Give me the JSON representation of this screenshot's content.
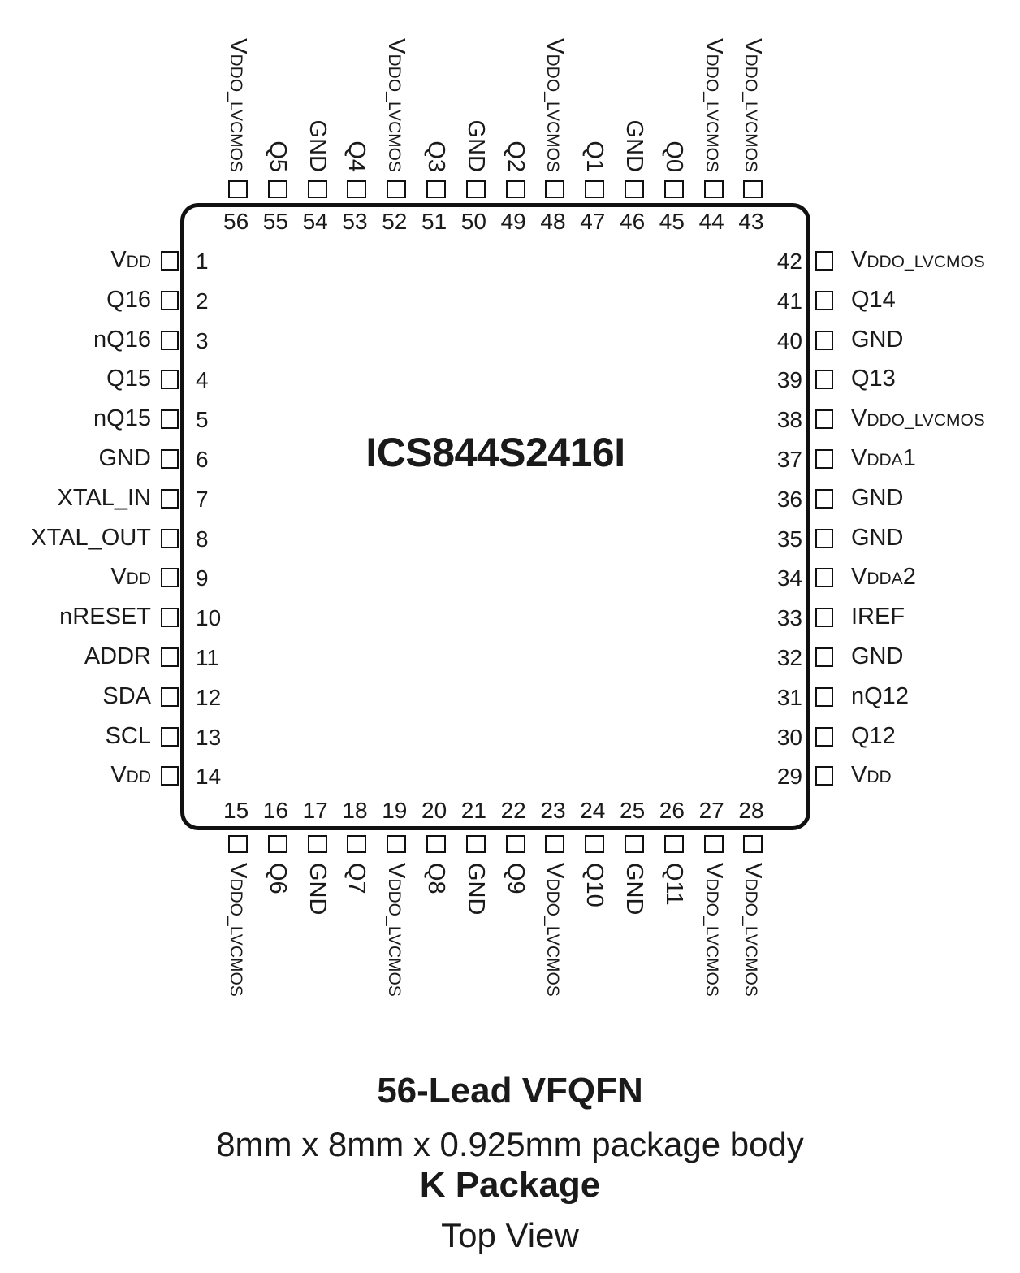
{
  "chip": {
    "part_number": "ICS844S2416I"
  },
  "pins_left": [
    {
      "num": "1",
      "main": "V",
      "sub": "DD",
      "tail": ""
    },
    {
      "num": "2",
      "main": "Q16",
      "sub": "",
      "tail": ""
    },
    {
      "num": "3",
      "main": "nQ16",
      "sub": "",
      "tail": ""
    },
    {
      "num": "4",
      "main": "Q15",
      "sub": "",
      "tail": ""
    },
    {
      "num": "5",
      "main": "nQ15",
      "sub": "",
      "tail": ""
    },
    {
      "num": "6",
      "main": "GND",
      "sub": "",
      "tail": ""
    },
    {
      "num": "7",
      "main": "XTAL_IN",
      "sub": "",
      "tail": ""
    },
    {
      "num": "8",
      "main": "XTAL_OUT",
      "sub": "",
      "tail": ""
    },
    {
      "num": "9",
      "main": "V",
      "sub": "DD",
      "tail": ""
    },
    {
      "num": "10",
      "main": "nRESET",
      "sub": "",
      "tail": ""
    },
    {
      "num": "11",
      "main": "ADDR",
      "sub": "",
      "tail": ""
    },
    {
      "num": "12",
      "main": "SDA",
      "sub": "",
      "tail": ""
    },
    {
      "num": "13",
      "main": "SCL",
      "sub": "",
      "tail": ""
    },
    {
      "num": "14",
      "main": "V",
      "sub": "DD",
      "tail": ""
    }
  ],
  "pins_bottom": [
    {
      "num": "15",
      "main": "V",
      "sub": "DDO_LVCMOS",
      "tail": ""
    },
    {
      "num": "16",
      "main": "Q6",
      "sub": "",
      "tail": ""
    },
    {
      "num": "17",
      "main": "GND",
      "sub": "",
      "tail": ""
    },
    {
      "num": "18",
      "main": "Q7",
      "sub": "",
      "tail": ""
    },
    {
      "num": "19",
      "main": "V",
      "sub": "DDO_LVCMOS",
      "tail": ""
    },
    {
      "num": "20",
      "main": "Q8",
      "sub": "",
      "tail": ""
    },
    {
      "num": "21",
      "main": "GND",
      "sub": "",
      "tail": ""
    },
    {
      "num": "22",
      "main": "Q9",
      "sub": "",
      "tail": ""
    },
    {
      "num": "23",
      "main": "V",
      "sub": "DDO_LVCMOS",
      "tail": ""
    },
    {
      "num": "24",
      "main": "Q10",
      "sub": "",
      "tail": ""
    },
    {
      "num": "25",
      "main": "GND",
      "sub": "",
      "tail": ""
    },
    {
      "num": "26",
      "main": "Q11",
      "sub": "",
      "tail": ""
    },
    {
      "num": "27",
      "main": "V",
      "sub": "DDO_LVCMOS",
      "tail": ""
    },
    {
      "num": "28",
      "main": "V",
      "sub": "DDO_LVCMOS",
      "tail": ""
    }
  ],
  "pins_right": [
    {
      "num": "29",
      "main": "V",
      "sub": "DD",
      "tail": ""
    },
    {
      "num": "30",
      "main": "Q12",
      "sub": "",
      "tail": ""
    },
    {
      "num": "31",
      "main": "nQ12",
      "sub": "",
      "tail": ""
    },
    {
      "num": "32",
      "main": "GND",
      "sub": "",
      "tail": ""
    },
    {
      "num": "33",
      "main": "IREF",
      "sub": "",
      "tail": ""
    },
    {
      "num": "34",
      "main": "V",
      "sub": "DDA",
      "tail": "2"
    },
    {
      "num": "35",
      "main": "GND",
      "sub": "",
      "tail": ""
    },
    {
      "num": "36",
      "main": "GND",
      "sub": "",
      "tail": ""
    },
    {
      "num": "37",
      "main": "V",
      "sub": "DDA",
      "tail": "1"
    },
    {
      "num": "38",
      "main": "V",
      "sub": "DDO_LVCMOS",
      "tail": ""
    },
    {
      "num": "39",
      "main": "Q13",
      "sub": "",
      "tail": ""
    },
    {
      "num": "40",
      "main": "GND",
      "sub": "",
      "tail": ""
    },
    {
      "num": "41",
      "main": "Q14",
      "sub": "",
      "tail": ""
    },
    {
      "num": "42",
      "main": "V",
      "sub": "DDO_LVCMOS",
      "tail": ""
    }
  ],
  "pins_top": [
    {
      "num": "43",
      "main": "V",
      "sub": "DDO_LVCMOS",
      "tail": ""
    },
    {
      "num": "44",
      "main": "V",
      "sub": "DDO_LVCMOS",
      "tail": ""
    },
    {
      "num": "45",
      "main": "Q0",
      "sub": "",
      "tail": ""
    },
    {
      "num": "46",
      "main": "GND",
      "sub": "",
      "tail": ""
    },
    {
      "num": "47",
      "main": "Q1",
      "sub": "",
      "tail": ""
    },
    {
      "num": "48",
      "main": "V",
      "sub": "DDO_LVCMOS",
      "tail": ""
    },
    {
      "num": "49",
      "main": "Q2",
      "sub": "",
      "tail": ""
    },
    {
      "num": "50",
      "main": "GND",
      "sub": "",
      "tail": ""
    },
    {
      "num": "51",
      "main": "Q3",
      "sub": "",
      "tail": ""
    },
    {
      "num": "52",
      "main": "V",
      "sub": "DDO_LVCMOS",
      "tail": ""
    },
    {
      "num": "53",
      "main": "Q4",
      "sub": "",
      "tail": ""
    },
    {
      "num": "54",
      "main": "GND",
      "sub": "",
      "tail": ""
    },
    {
      "num": "55",
      "main": "Q5",
      "sub": "",
      "tail": ""
    },
    {
      "num": "56",
      "main": "V",
      "sub": "DDO_LVCMOS",
      "tail": ""
    }
  ],
  "caption": {
    "title": "56-Lead VFQFN",
    "dimensions": "8mm x 8mm x 0.925mm package body",
    "package": "K Package",
    "view": "Top View"
  }
}
